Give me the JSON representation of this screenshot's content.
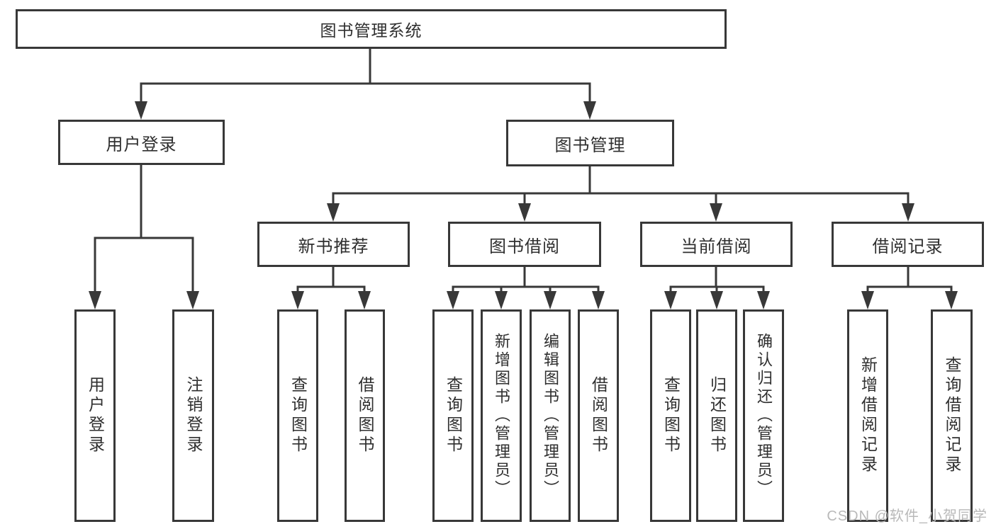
{
  "watermark": "CSDN @软件_小贺同学",
  "colors": {
    "line": "#383838",
    "text": "#2f2f2f",
    "watermark": "#b9b9b9",
    "background": "#ffffff"
  },
  "tree": {
    "root": {
      "label": "图书管理系统",
      "children": [
        {
          "label": "用户登录",
          "children": [
            {
              "label": "用户登录"
            },
            {
              "label": "注销登录"
            }
          ]
        },
        {
          "label": "图书管理",
          "children": [
            {
              "label": "新书推荐",
              "children": [
                {
                  "label": "查询图书"
                },
                {
                  "label": "借阅图书"
                }
              ]
            },
            {
              "label": "图书借阅",
              "children": [
                {
                  "label": "查询图书"
                },
                {
                  "label": "新增图书（管理员）"
                },
                {
                  "label": "编辑图书（管理员）"
                },
                {
                  "label": "借阅图书"
                }
              ]
            },
            {
              "label": "当前借阅",
              "children": [
                {
                  "label": "查询图书"
                },
                {
                  "label": "归还图书"
                },
                {
                  "label": "确认归还（管理员）"
                }
              ]
            },
            {
              "label": "借阅记录",
              "children": [
                {
                  "label": "新增借阅记录"
                },
                {
                  "label": "查询借阅记录"
                }
              ]
            }
          ]
        }
      ]
    }
  }
}
